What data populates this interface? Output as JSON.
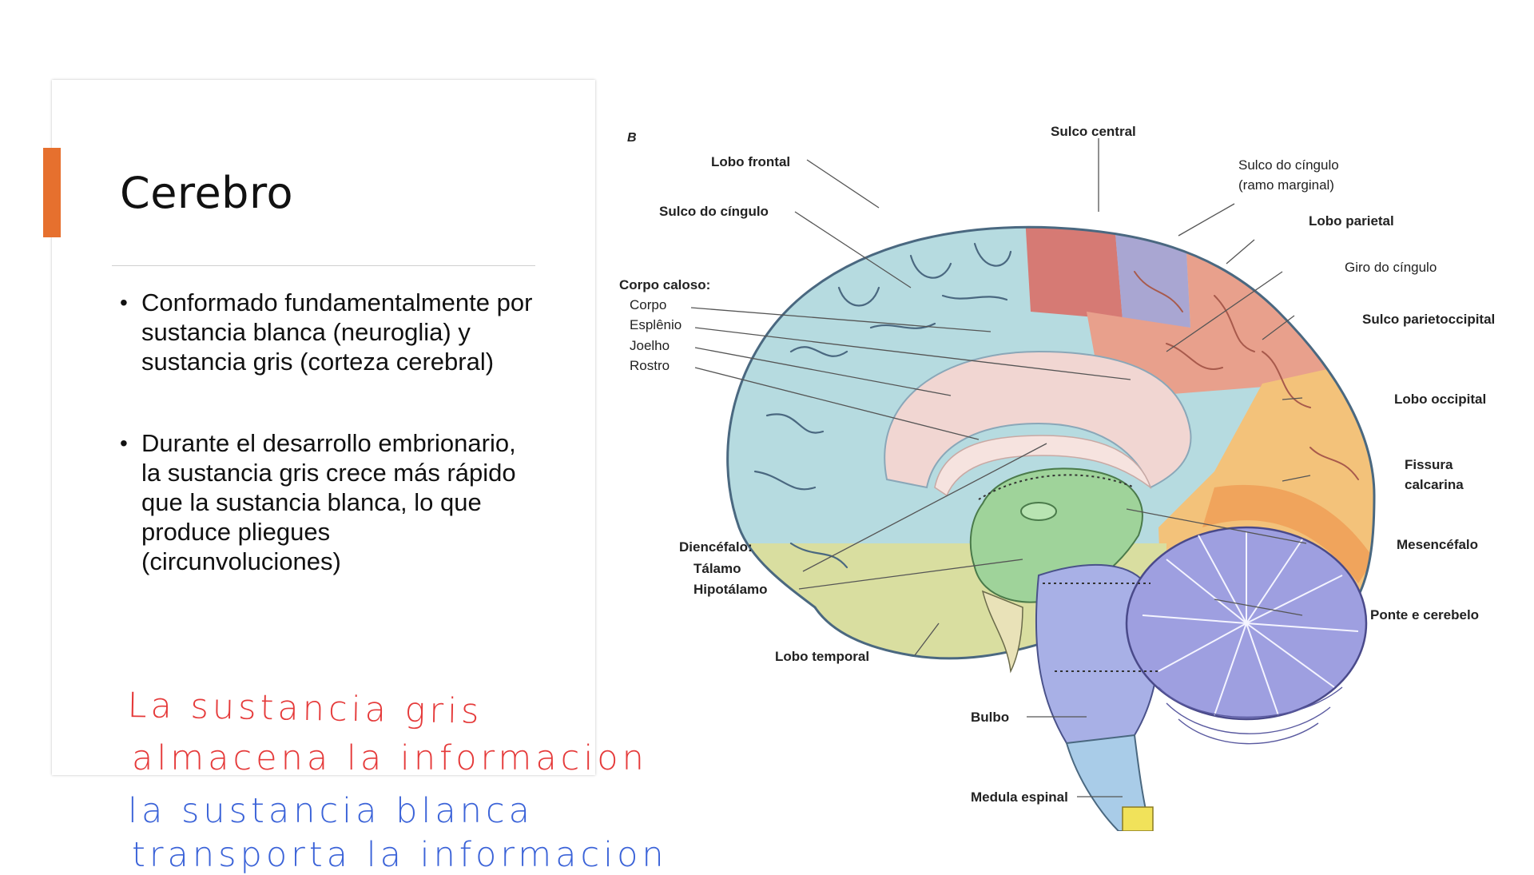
{
  "slide": {
    "title": "Cerebro",
    "bullets": [
      "Conformado fundamentalmente por sustancia blanca (neuroglia) y sustancia  gris (corteza cerebral)",
      "Durante el desarrollo embrionario, la  sustancia gris crece más rápido que la sustancia blanca, lo que produce pliegues (circunvoluciones)"
    ]
  },
  "handwritten": {
    "line1": "La sustancia gris",
    "line2": "almacena la informacion",
    "line3": "la sustancia blanca",
    "line4": "transporta la informacion"
  },
  "diagram": {
    "panel_letter": "B",
    "labels": {
      "sulco_central": "Sulco central",
      "lobo_frontal": "Lobo frontal",
      "sulco_cingulo": "Sulco do cíngulo",
      "sulco_cingulo_marginal_1": "Sulco do cíngulo",
      "sulco_cingulo_marginal_2": "(ramo marginal)",
      "lobo_parietal": "Lobo parietal",
      "giro_cingulo": "Giro do cíngulo",
      "corpo_caloso": "Corpo caloso:",
      "corpo": "Corpo",
      "esplenio": "Esplênio",
      "joelho": "Joelho",
      "rostro": "Rostro",
      "sulco_parietoccipital": "Sulco parietoccipital",
      "lobo_occipital": "Lobo occipital",
      "fissura_1": "Fissura",
      "fissura_2": "calcarina",
      "diencefalo": "Diencéfalo:",
      "talamo": "Tálamo",
      "hipotalamo": "Hipotálamo",
      "mesencefalo": "Mesencéfalo",
      "ponte_cerebelo": "Ponte e cerebelo",
      "lobo_temporal": "Lobo temporal",
      "bulbo": "Bulbo",
      "medula": "Medula espinal"
    },
    "colors": {
      "frontal": "#b6dbe0",
      "central_gyrus": "#d67a74",
      "parietal_band": "#a9a6d2",
      "parietal": "#e8a08c",
      "occipital": "#f3c27a",
      "temporal": "#d9dea0",
      "cingulate": "#f1d6d2",
      "diencephalon": "#9fd39a",
      "brainstem": "#a8b0e6",
      "cerebellum": "#9e9fe0",
      "spinal_cord": "#a9cce8",
      "accent": "#e6702e"
    }
  }
}
